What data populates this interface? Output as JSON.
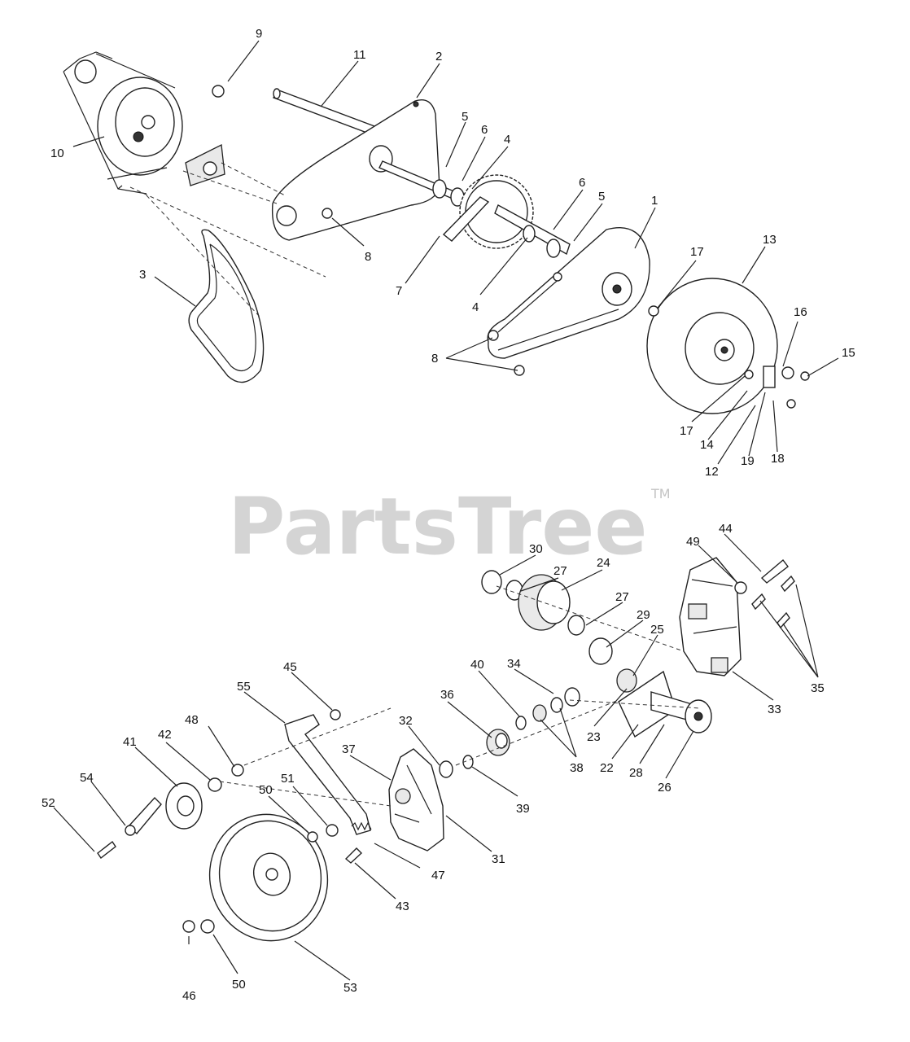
{
  "watermark": {
    "text": "PartsTree",
    "tm": "TM"
  },
  "callouts": [
    {
      "id": "c-9",
      "label": "9"
    },
    {
      "id": "c-11",
      "label": "11"
    },
    {
      "id": "c-2",
      "label": "2"
    },
    {
      "id": "c-10",
      "label": "10"
    },
    {
      "id": "c-5a",
      "label": "5"
    },
    {
      "id": "c-6a",
      "label": "6"
    },
    {
      "id": "c-4a",
      "label": "4"
    },
    {
      "id": "c-6b",
      "label": "6"
    },
    {
      "id": "c-5b",
      "label": "5"
    },
    {
      "id": "c-1",
      "label": "1"
    },
    {
      "id": "c-8a",
      "label": "8"
    },
    {
      "id": "c-7",
      "label": "7"
    },
    {
      "id": "c-4b",
      "label": "4"
    },
    {
      "id": "c-3",
      "label": "3"
    },
    {
      "id": "c-17a",
      "label": "17"
    },
    {
      "id": "c-13",
      "label": "13"
    },
    {
      "id": "c-16",
      "label": "16"
    },
    {
      "id": "c-15",
      "label": "15"
    },
    {
      "id": "c-8b",
      "label": "8"
    },
    {
      "id": "c-17b",
      "label": "17"
    },
    {
      "id": "c-14",
      "label": "14"
    },
    {
      "id": "c-12",
      "label": "12"
    },
    {
      "id": "c-19",
      "label": "19"
    },
    {
      "id": "c-18",
      "label": "18"
    },
    {
      "id": "c-30",
      "label": "30"
    },
    {
      "id": "c-27a",
      "label": "27"
    },
    {
      "id": "c-24",
      "label": "24"
    },
    {
      "id": "c-49",
      "label": "49"
    },
    {
      "id": "c-44",
      "label": "44"
    },
    {
      "id": "c-27b",
      "label": "27"
    },
    {
      "id": "c-29",
      "label": "29"
    },
    {
      "id": "c-25",
      "label": "25"
    },
    {
      "id": "c-45",
      "label": "45"
    },
    {
      "id": "c-40",
      "label": "40"
    },
    {
      "id": "c-34",
      "label": "34"
    },
    {
      "id": "c-35",
      "label": "35"
    },
    {
      "id": "c-55",
      "label": "55"
    },
    {
      "id": "c-36",
      "label": "36"
    },
    {
      "id": "c-33",
      "label": "33"
    },
    {
      "id": "c-48",
      "label": "48"
    },
    {
      "id": "c-32",
      "label": "32"
    },
    {
      "id": "c-41",
      "label": "41"
    },
    {
      "id": "c-42",
      "label": "42"
    },
    {
      "id": "c-37",
      "label": "37"
    },
    {
      "id": "c-38",
      "label": "38"
    },
    {
      "id": "c-23",
      "label": "23"
    },
    {
      "id": "c-22",
      "label": "22"
    },
    {
      "id": "c-28",
      "label": "28"
    },
    {
      "id": "c-26",
      "label": "26"
    },
    {
      "id": "c-54",
      "label": "54"
    },
    {
      "id": "c-50a",
      "label": "50"
    },
    {
      "id": "c-51",
      "label": "51"
    },
    {
      "id": "c-39",
      "label": "39"
    },
    {
      "id": "c-52",
      "label": "52"
    },
    {
      "id": "c-31",
      "label": "31"
    },
    {
      "id": "c-47",
      "label": "47"
    },
    {
      "id": "c-43",
      "label": "43"
    },
    {
      "id": "c-50b",
      "label": "50"
    },
    {
      "id": "c-53",
      "label": "53"
    },
    {
      "id": "c-46",
      "label": "46"
    }
  ]
}
